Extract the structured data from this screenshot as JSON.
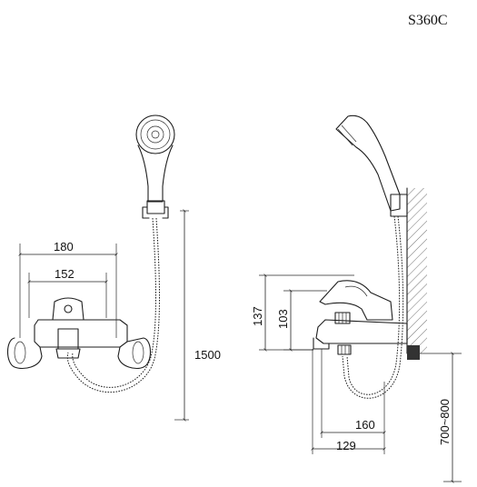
{
  "model_code": "S360C",
  "front_view": {
    "dim_width_outer": "180",
    "dim_width_inner": "152",
    "dim_hose_length": "1500"
  },
  "side_view": {
    "dim_height_outer": "137",
    "dim_height_inner": "103",
    "dim_depth_outer": "160",
    "dim_depth_inner": "129",
    "dim_mount_height": "700~800"
  }
}
